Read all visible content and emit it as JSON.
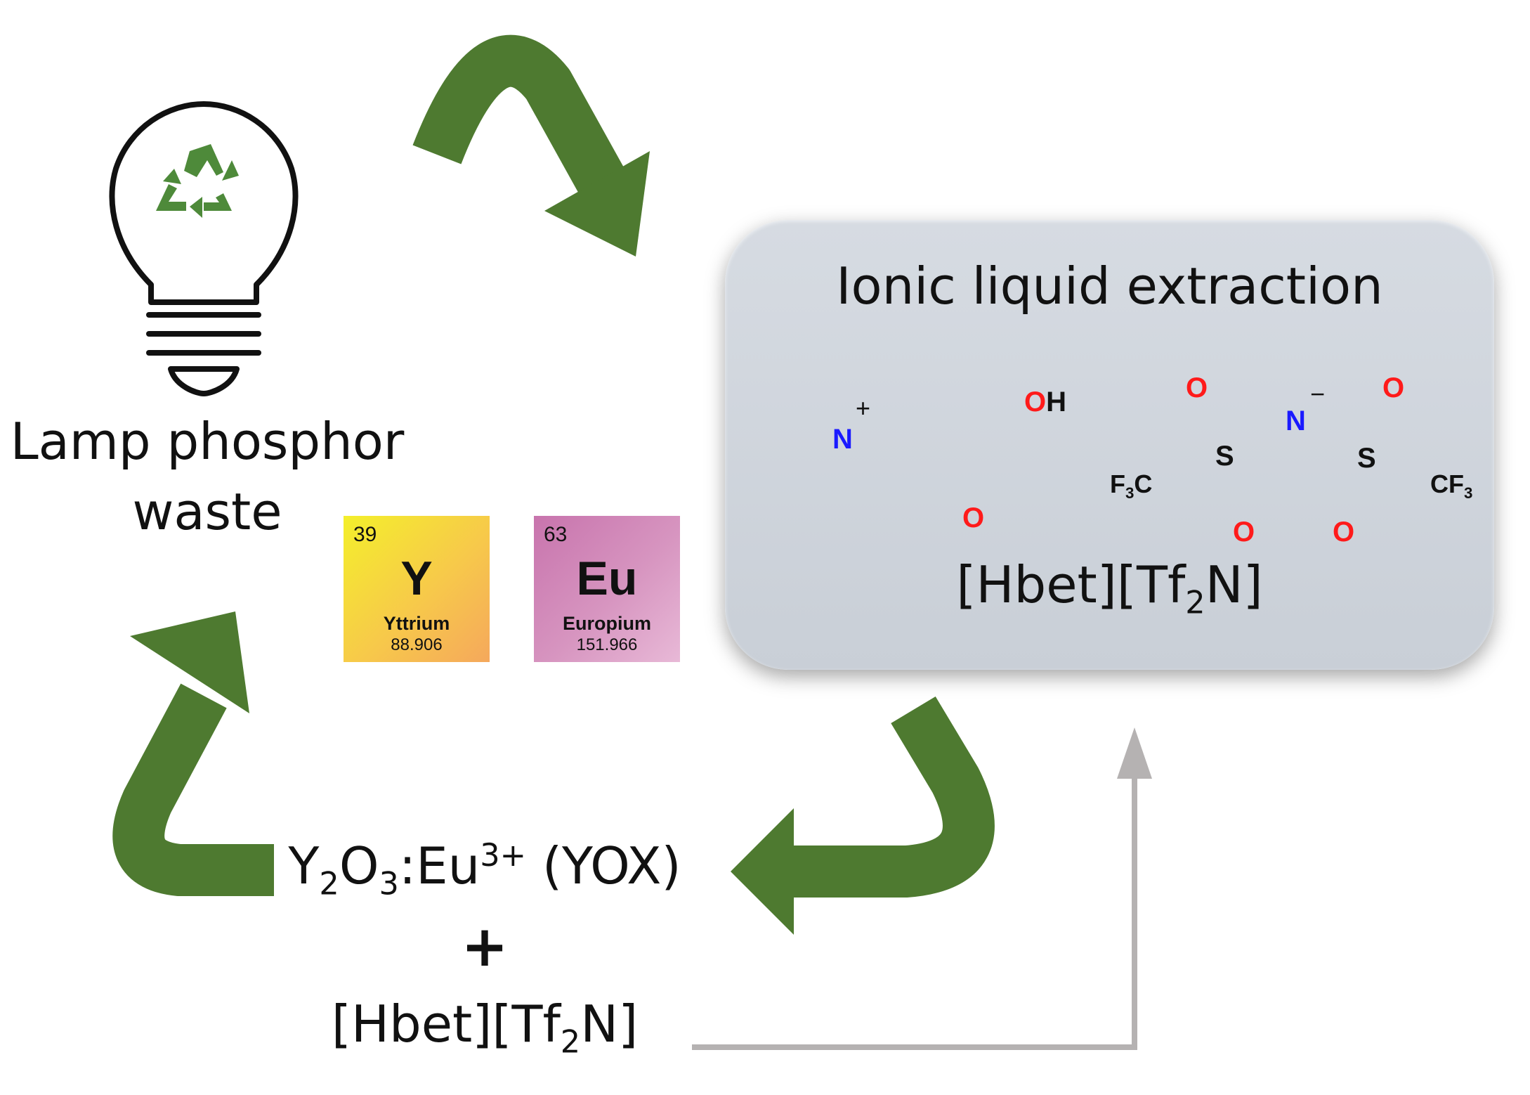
{
  "lamp": {
    "line1": "Lamp phosphor",
    "line2": "waste"
  },
  "elements": [
    {
      "number": "39",
      "symbol": "Y",
      "name": "Yttrium",
      "mass": "88.906"
    },
    {
      "number": "63",
      "symbol": "Eu",
      "name": "Europium",
      "mass": "151.966"
    }
  ],
  "extraction_box": {
    "title": "Ionic liquid extraction",
    "formula_prefix": "[Hbet][Tf",
    "formula_sub": "2",
    "formula_suffix": "N]"
  },
  "betaine": {
    "n_label": "N",
    "charge": "+",
    "oh_label": "OH",
    "o_label": "O"
  },
  "tf2n": {
    "f3c_label": "F",
    "f3c_sub": "3",
    "f3c_c": "C",
    "s_label": "S",
    "n_label": "N",
    "charge": "−",
    "o_label": "O",
    "cf3_label": "CF",
    "cf3_sub": "3"
  },
  "yox": {
    "part1": "Y",
    "sub1": "2",
    "part2": "O",
    "sub2": "3",
    "part3": ":Eu",
    "sup": "3+",
    "part4": " (YOX)"
  },
  "plus": "+",
  "bottom_formula": {
    "prefix": "[Hbet][Tf",
    "sub": "2",
    "suffix": "N]"
  },
  "colors": {
    "arrow_green": "#4e7a30",
    "recycle_green": "#4e8a3a",
    "gray_arrow": "#b5b2b2",
    "oxygen_red": "#ff1a1a",
    "nitrogen_blue": "#1a1aff"
  }
}
